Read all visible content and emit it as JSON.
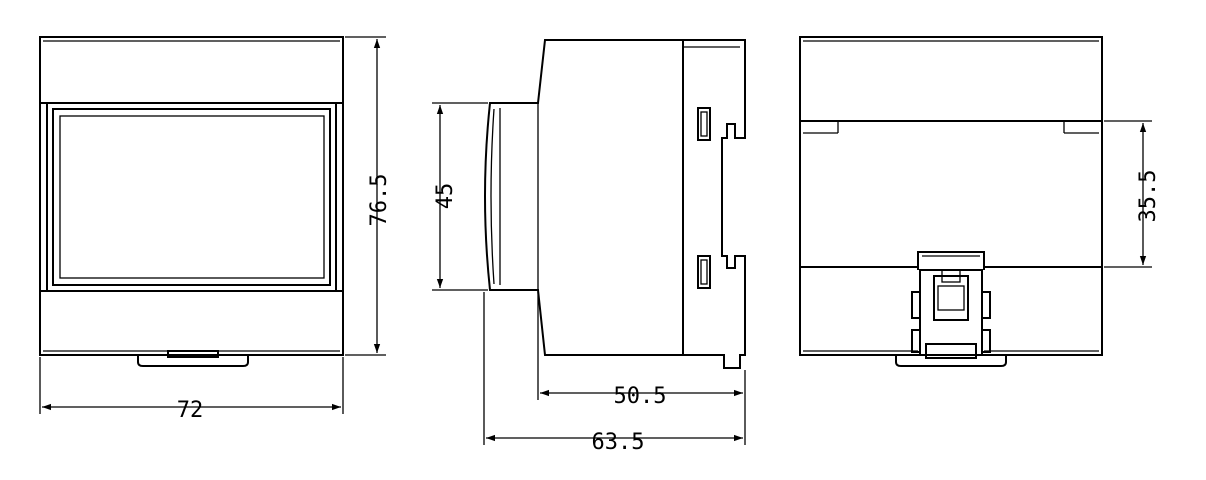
{
  "dimensions": {
    "front_width": "72",
    "front_height": "76.5",
    "side_inner_height": "45",
    "side_depth_body": "50.5",
    "side_depth_total": "63.5",
    "rear_band_height": "35.5"
  }
}
